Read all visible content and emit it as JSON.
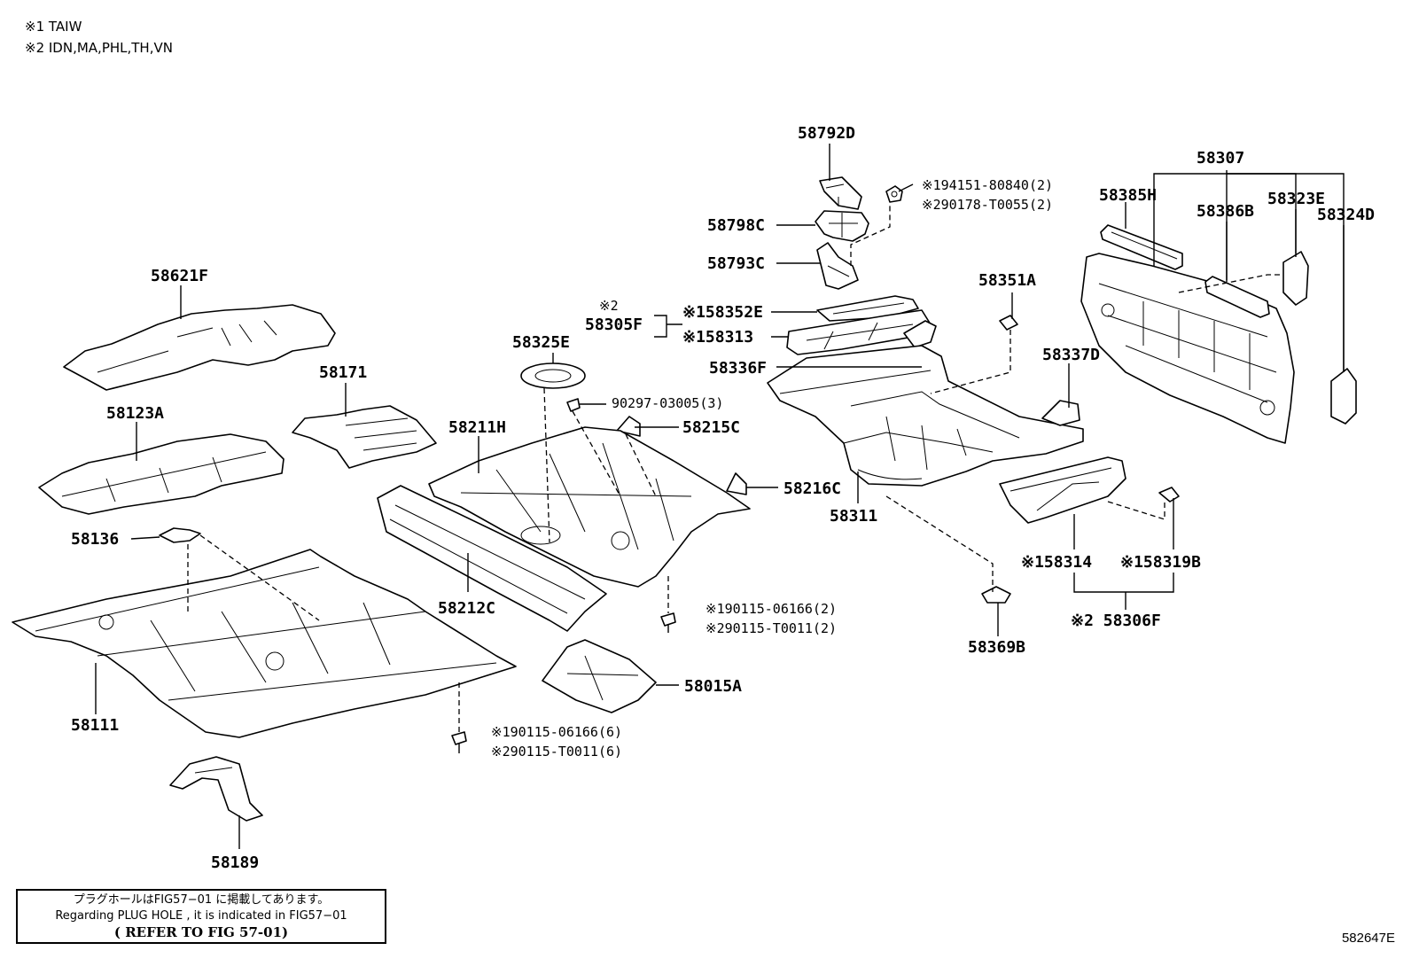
{
  "notes": [
    "※1 TAIW",
    "※2 IDN,MA,PHL,TH,VN"
  ],
  "ref_note": {
    "line1": "プラグホールはFIG57−01 に掲載してあります。",
    "line2": "Regarding PLUG HOLE , it is indicated in FIG57−01",
    "line3": "( REFER TO FIG 57-01)"
  },
  "figure_code": "582647E",
  "labels": {
    "p58792D": "58792D",
    "p58798C": "58798C",
    "p58793C": "58793C",
    "f94151": "※194151-80840(2)",
    "f90178": "※290178-T0055(2)",
    "p58307": "58307",
    "p58385H": "58385H",
    "p58386B": "58386B",
    "p58323E": "58323E",
    "p58324D": "58324D",
    "p58621F": "58621F",
    "p58171": "58171",
    "p58123A": "58123A",
    "p58136": "58136",
    "p58111": "58111",
    "p58189": "58189",
    "m2": "※2",
    "p58305F": "58305F",
    "p58352E": "※158352E",
    "p58313": "※158313",
    "p58336F": "58336F",
    "p58325E": "58325E",
    "f90297": "90297-03005(3)",
    "p58211H": "58211H",
    "p58215C": "58215C",
    "p58216C": "58216C",
    "p58212C": "58212C",
    "p58351A": "58351A",
    "p58337D": "58337D",
    "p58311": "58311",
    "p58314": "※158314",
    "p58319B": "※158319B",
    "p58306F": "※2 58306F",
    "p58369B": "58369B",
    "f90115a": "※190115-06166(2)",
    "f90115b": "※290115-T0011(2)",
    "p58015A": "58015A",
    "f90115c": "※190115-06166(6)",
    "f90115d": "※290115-T0011(6)"
  }
}
